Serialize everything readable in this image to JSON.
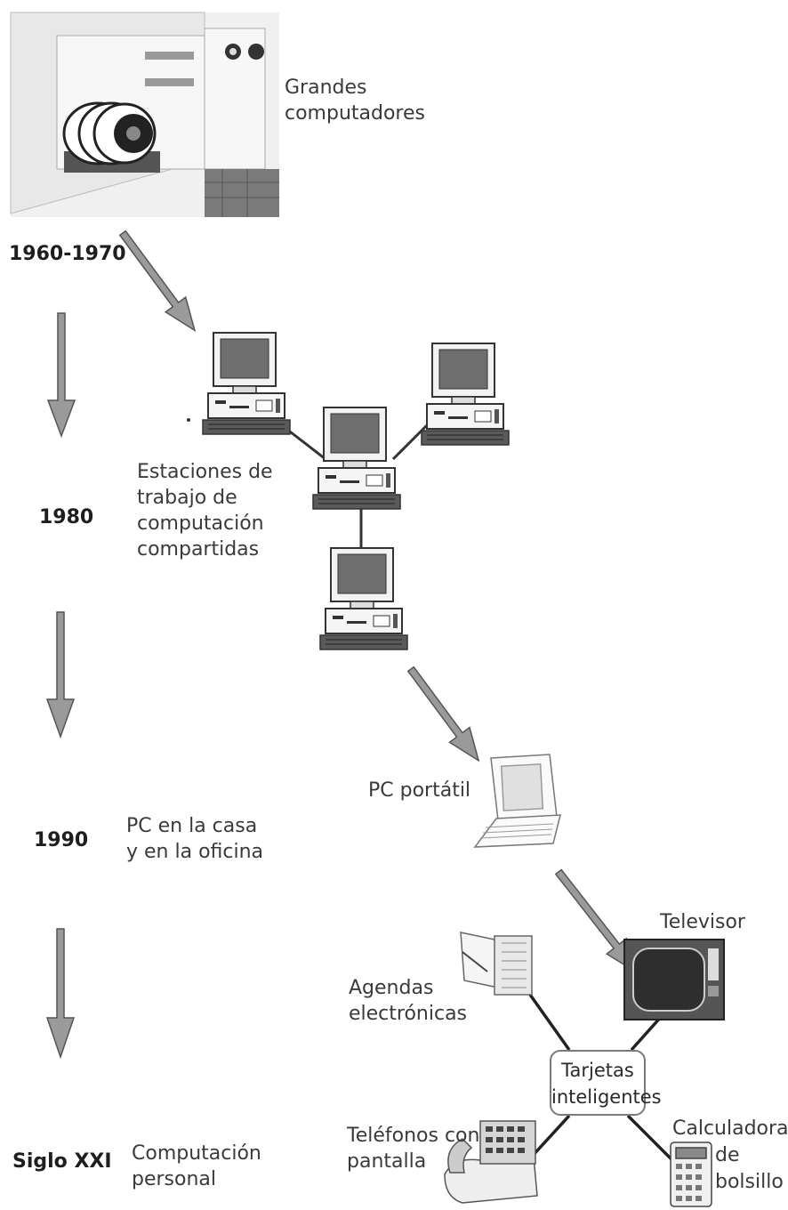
{
  "years": {
    "y1960": "1960-1970",
    "y1980": "1980",
    "y1990": "1990",
    "siglo": "Siglo XXI"
  },
  "labels": {
    "mainframe": [
      "Grandes",
      "computadores"
    ],
    "workstations": [
      "Estaciones de",
      "trabajo de",
      "computación",
      "compartidas"
    ],
    "pc_home": [
      "PC en la casa",
      "y en la oficina"
    ],
    "laptop": "PC portátil",
    "personal": [
      "Computación",
      "personal"
    ],
    "tv": "Televisor",
    "agendas": [
      "Agendas",
      "electrónicas"
    ],
    "smartcards": [
      "Tarjetas",
      "inteligentes"
    ],
    "phones": [
      "Teléfonos con",
      "pantalla"
    ],
    "calculator": [
      "Calculadora",
      "de",
      "bolsillo"
    ]
  },
  "colors": {
    "arrow_fill": "#9a9a9a",
    "line": "#444444",
    "screen": "#6e6e6e"
  }
}
